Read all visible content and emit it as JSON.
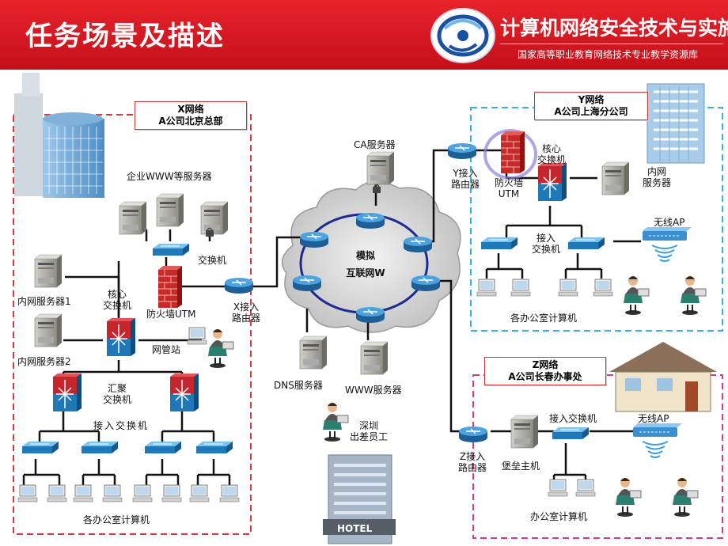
{
  "header": {
    "title": "任务场景及描述",
    "course_title": "计算机网络安全技术与实施",
    "course_subtitle": "国家高等职业教育网络技术专业教学资源库"
  },
  "x_net": {
    "net_name": "X网络",
    "site_name": "A公司北京总部",
    "enterprise_servers": "企业WWW等服务器",
    "switch": "交换机",
    "intranet_server1": "内网服务器1",
    "intranet_server2": "内网服务器2",
    "core_switch": [
      "核心",
      "交换机"
    ],
    "firewall": "防火墙UTM",
    "router": [
      "X接入",
      "路由器"
    ],
    "nms": "网管站",
    "aggregation": [
      "汇聚",
      "交换机"
    ],
    "access_switch": "接入交换机",
    "office_pcs": "各办公室计算机"
  },
  "internet": {
    "ca_server": "CA服务器",
    "cloud_label": [
      "模拟",
      "互联网W"
    ],
    "dns_server": "DNS服务器",
    "www_server": "WWW服务器",
    "traveler": [
      "深圳",
      "出差员工"
    ],
    "hotel": "HOTEL"
  },
  "y_net": {
    "net_name": "Y网络",
    "site_name": "A公司上海分公司",
    "router": [
      "Y接入",
      "路由器"
    ],
    "firewall": [
      "防火墙",
      "UTM"
    ],
    "core_switch": [
      "核心",
      "交换机"
    ],
    "intranet_server": [
      "内网",
      "服务器"
    ],
    "access_switch": [
      "接入",
      "交换机"
    ],
    "wireless_ap": "无线AP",
    "office_pcs": "各办公室计算机"
  },
  "z_net": {
    "net_name": "Z网络",
    "site_name": "A公司长春办事处",
    "router": [
      "Z接入",
      "路由器"
    ],
    "bastion": "堡垒主机",
    "access_switch": "接入交换机",
    "wireless_ap": "无线AP",
    "office_pcs": "办公室计算机"
  },
  "colors": {
    "header_red": "#d9141d",
    "x_border": "#d23b3b",
    "y_border": "#3ab0e0",
    "z_border": "#d23b8a",
    "router_blue": "#2a7fbf",
    "cloud_ring": "#1b2b8f"
  }
}
